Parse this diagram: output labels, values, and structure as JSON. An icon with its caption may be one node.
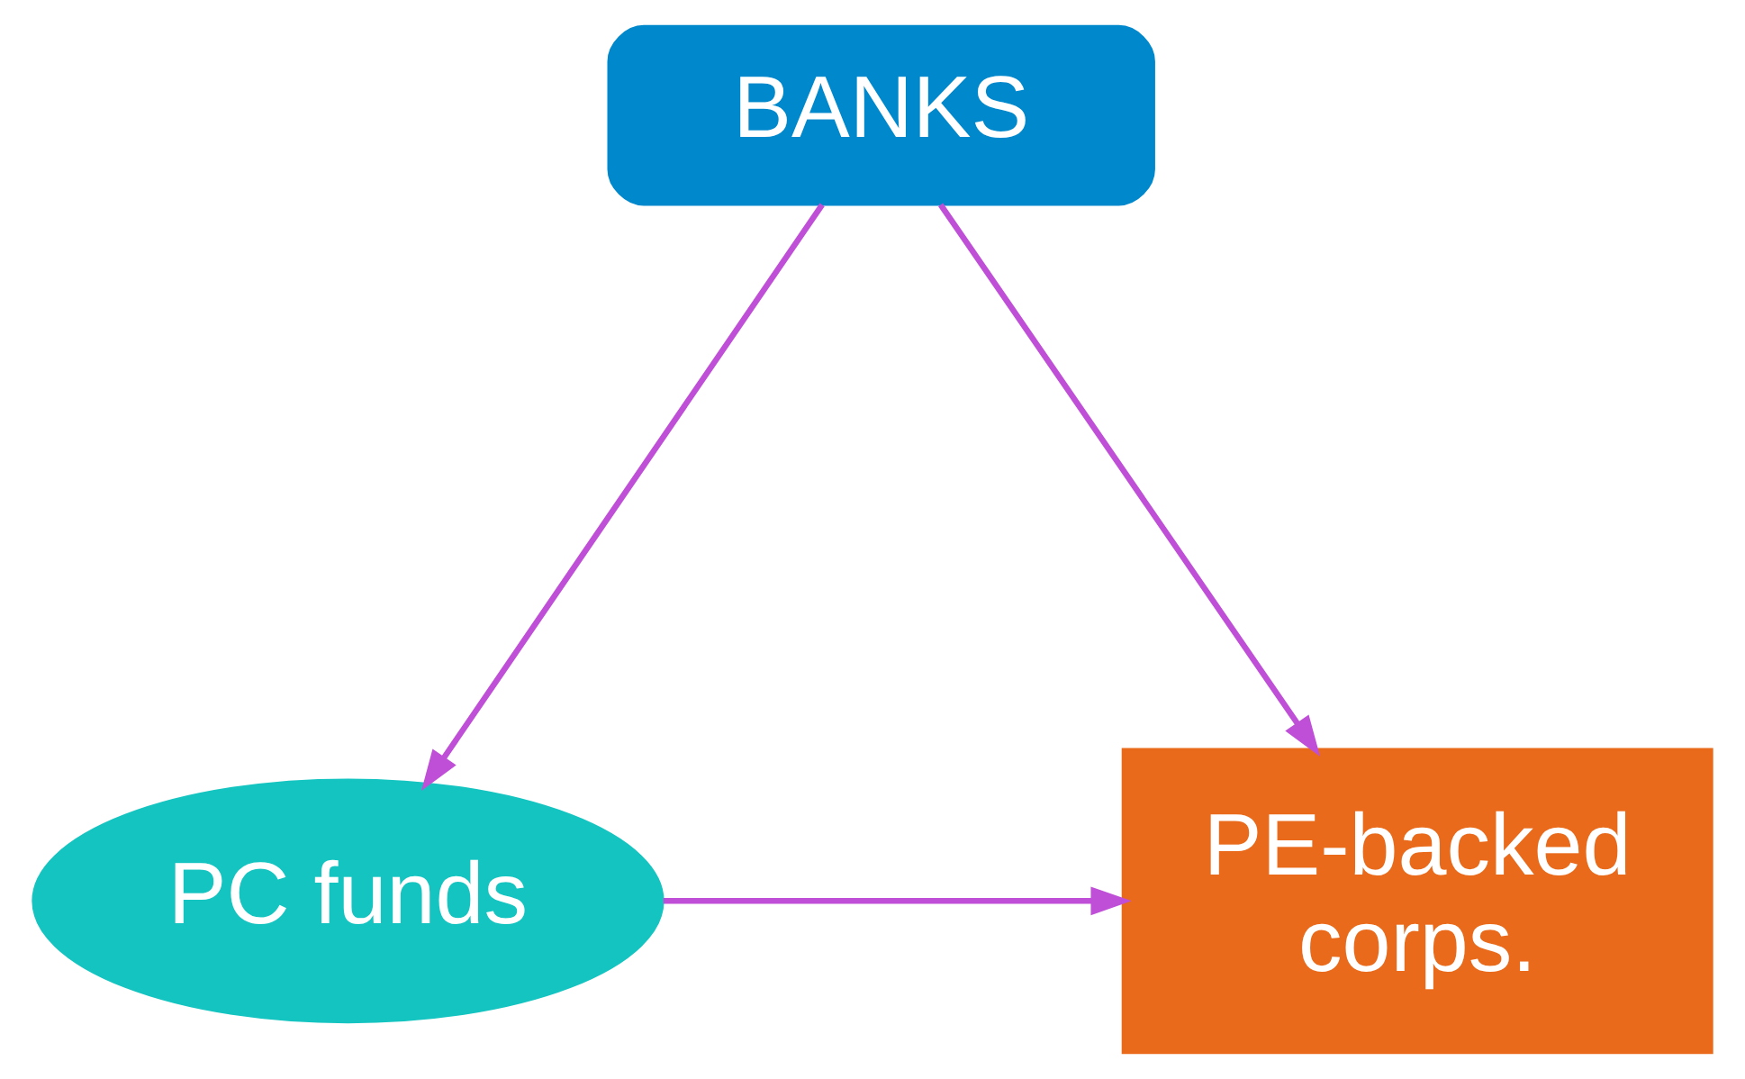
{
  "diagram": {
    "nodes": [
      {
        "text": [
          "BANKS"
        ]
      },
      {
        "text": [
          "PC funds"
        ]
      },
      {
        "text": [
          "PE-backed corps."
        ]
      }
    ],
    "edges": [
      {
        "from": 0,
        "to": 1,
        "arrow": "to"
      },
      {
        "from": 0,
        "to": 2,
        "arrow": "to"
      },
      {
        "from": 1,
        "to": 2,
        "arrow": "to"
      }
    ]
  }
}
